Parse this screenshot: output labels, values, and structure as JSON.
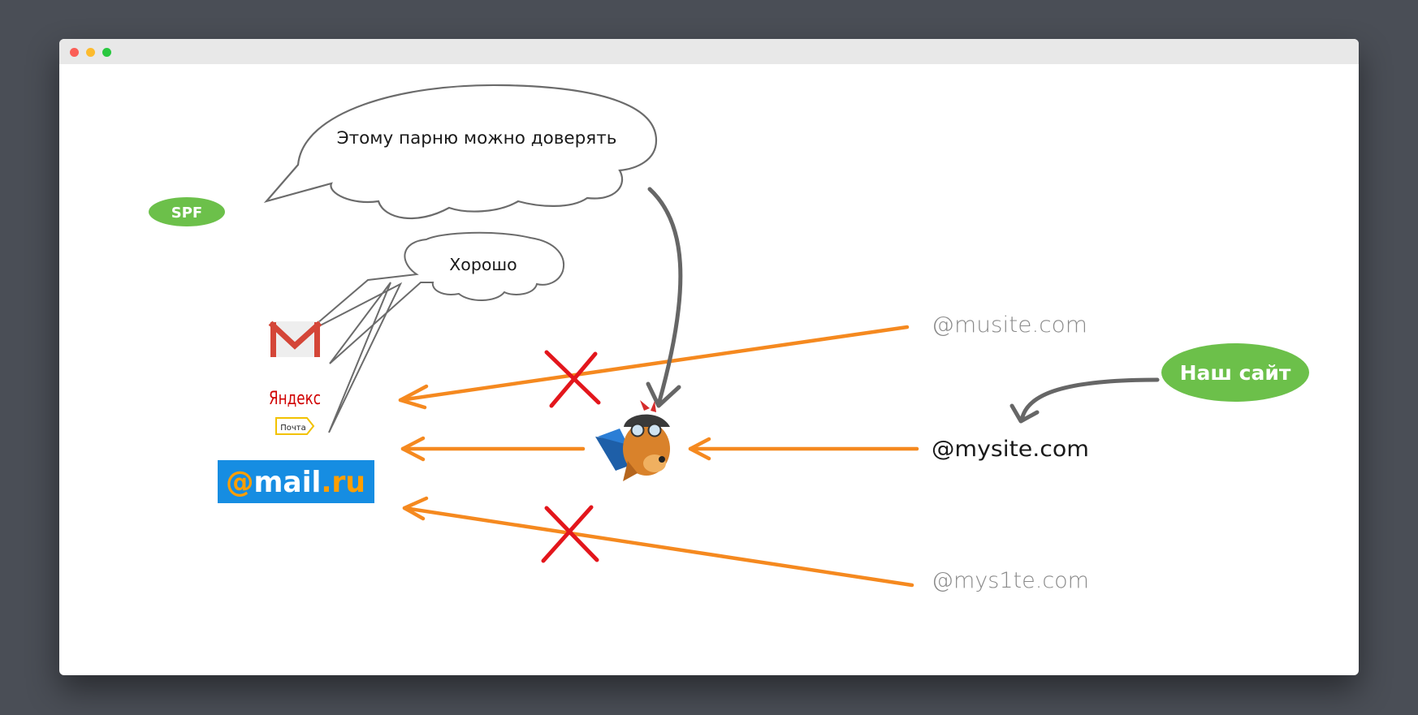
{
  "window": {
    "controls": [
      "close",
      "minimize",
      "zoom"
    ]
  },
  "bubbles": {
    "trust": "Этому парню можно доверять",
    "ok": "Хорошо"
  },
  "badges": {
    "spf": "SPF",
    "our_site": "Наш сайт"
  },
  "domains": {
    "fake_top": "@musite.com",
    "real": "@mysite.com",
    "fake_bottom": "@mys1te.com"
  },
  "logos": {
    "gmail_icon": "gmail-icon",
    "yandex_text": "Яндекс",
    "yandex_sub": "Почта",
    "mailru": "@mail.ru",
    "sender_icon": "pilot-dog-icon"
  },
  "colors": {
    "arrow_orange": "#f5891f",
    "arrow_gray": "#666666",
    "badge_green": "#6cc04a",
    "cross_red": "#e3161c",
    "mailru_blue": "#168de2",
    "mailru_orange": "#ff9e00",
    "gmail_red": "#d44638"
  }
}
